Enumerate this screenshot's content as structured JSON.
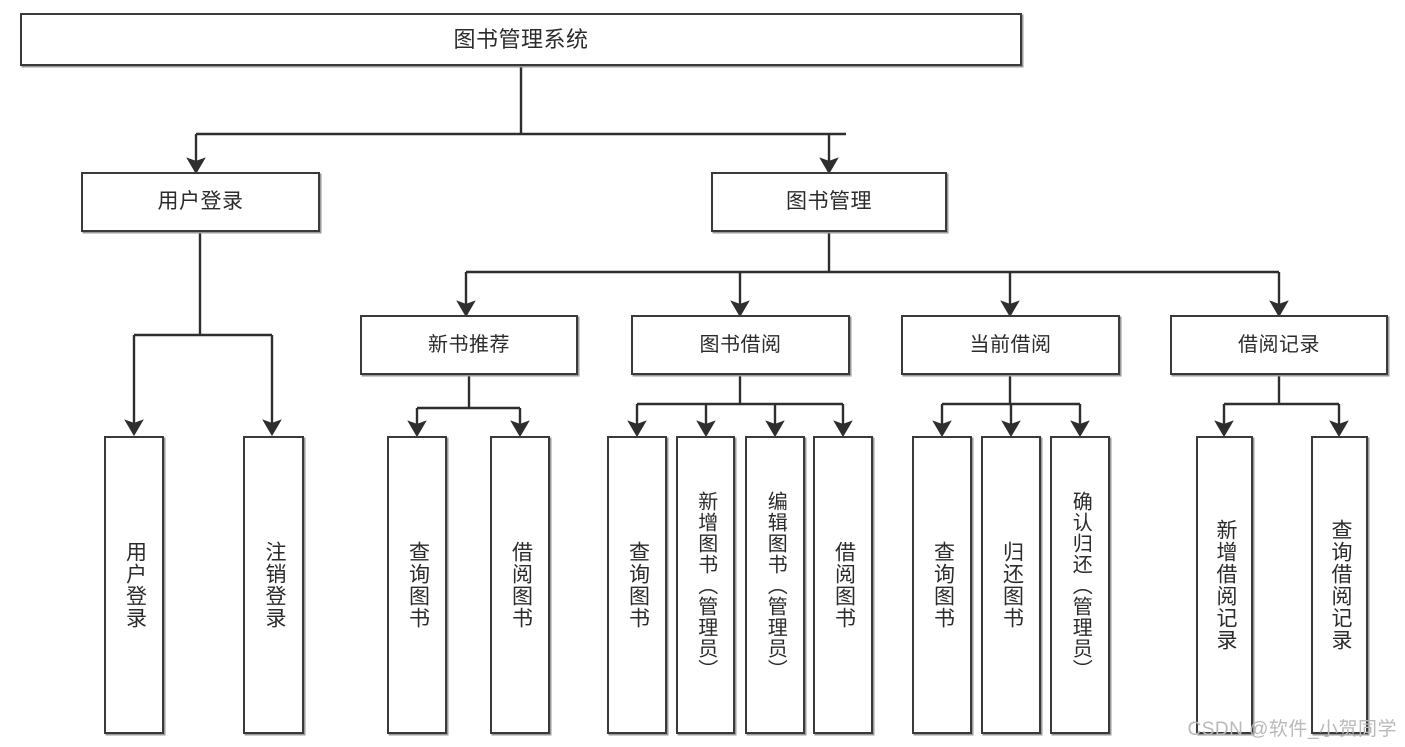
{
  "diagram": {
    "type": "tree",
    "title": "图书管理系统",
    "watermark": "CSDN @软件_小贺同学",
    "stroke_color": "#3a3a3a",
    "shadow_color": "#9a9a9a",
    "text_color": "#2b2b2b",
    "background": "#ffffff",
    "nodes": {
      "root": {
        "label": "图书管理系统"
      },
      "user_login": {
        "label": "用户登录"
      },
      "book_mgmt": {
        "label": "图书管理"
      },
      "new_book_rec": {
        "label": "新书推荐"
      },
      "book_borrow": {
        "label": "图书借阅"
      },
      "current_borrow": {
        "label": "当前借阅"
      },
      "borrow_record": {
        "label": "借阅记录"
      },
      "leaf_user_login": {
        "label": "用户登录"
      },
      "leaf_logout": {
        "label": "注销登录"
      },
      "leaf_query_book_1": {
        "label": "查询图书"
      },
      "leaf_borrow_book_1": {
        "label": "借阅图书"
      },
      "leaf_query_book_2": {
        "label": "查询图书"
      },
      "leaf_add_book": {
        "label": "新增图书（管理员）"
      },
      "leaf_edit_book": {
        "label": "编辑图书（管理员）"
      },
      "leaf_borrow_book_2": {
        "label": "借阅图书"
      },
      "leaf_query_book_3": {
        "label": "查询图书"
      },
      "leaf_return_book": {
        "label": "归还图书"
      },
      "leaf_confirm_return": {
        "label": "确认归还（管理员）"
      },
      "leaf_add_record": {
        "label": "新增借阅记录"
      },
      "leaf_query_record": {
        "label": "查询借阅记录"
      }
    },
    "edges": [
      {
        "from": "root",
        "to": "user_login"
      },
      {
        "from": "root",
        "to": "book_mgmt"
      },
      {
        "from": "user_login",
        "to": "leaf_user_login"
      },
      {
        "from": "user_login",
        "to": "leaf_logout"
      },
      {
        "from": "book_mgmt",
        "to": "new_book_rec"
      },
      {
        "from": "book_mgmt",
        "to": "book_borrow"
      },
      {
        "from": "book_mgmt",
        "to": "current_borrow"
      },
      {
        "from": "book_mgmt",
        "to": "borrow_record"
      },
      {
        "from": "new_book_rec",
        "to": "leaf_query_book_1"
      },
      {
        "from": "new_book_rec",
        "to": "leaf_borrow_book_1"
      },
      {
        "from": "book_borrow",
        "to": "leaf_query_book_2"
      },
      {
        "from": "book_borrow",
        "to": "leaf_add_book"
      },
      {
        "from": "book_borrow",
        "to": "leaf_edit_book"
      },
      {
        "from": "book_borrow",
        "to": "leaf_borrow_book_2"
      },
      {
        "from": "current_borrow",
        "to": "leaf_query_book_3"
      },
      {
        "from": "current_borrow",
        "to": "leaf_return_book"
      },
      {
        "from": "current_borrow",
        "to": "leaf_confirm_return"
      },
      {
        "from": "borrow_record",
        "to": "leaf_add_record"
      },
      {
        "from": "borrow_record",
        "to": "leaf_query_record"
      }
    ]
  }
}
